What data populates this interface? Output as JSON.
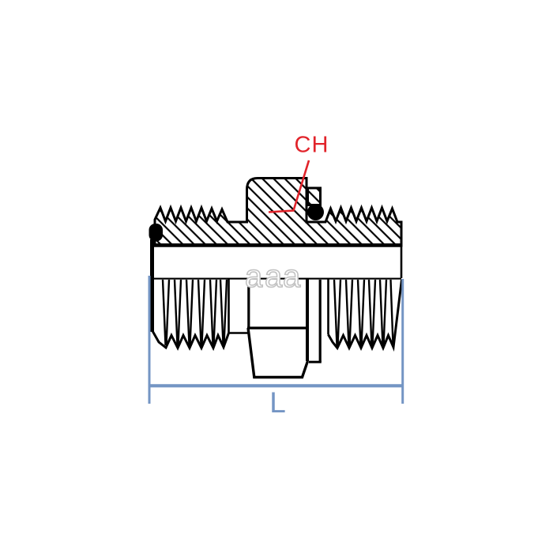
{
  "drawing": {
    "callout": {
      "label": "CH"
    },
    "dimension": {
      "label": "L"
    },
    "watermark": {
      "letters": [
        "a",
        "a",
        "a"
      ]
    },
    "colors": {
      "outline_black": "#000000",
      "callout_red": "#e1232a",
      "dimension_blue": "#7495c4",
      "watermark_gray": "#c2c2c2",
      "background": "#ffffff"
    }
  }
}
